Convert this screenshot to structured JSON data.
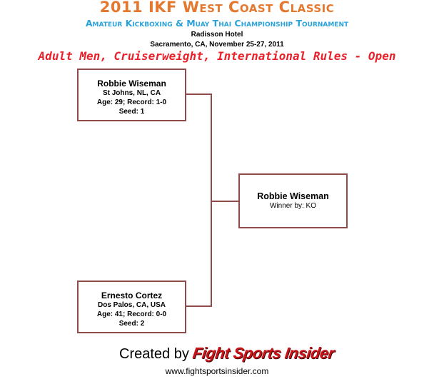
{
  "header": {
    "title": "2011 IKF West Coast Classic",
    "subtitle": "Amateur Kickboxing & Muay Thai Championship Tournament",
    "venue": "Radisson Hotel",
    "dates": "Sacramento, CA, November 25-27, 2011",
    "division": "Adult Men, Cruiserweight, International Rules - Open"
  },
  "colors": {
    "title": "#e4782e",
    "subtitle": "#2ba3da",
    "division": "#e8212a",
    "bracket_line": "#8f4a4a",
    "brand": "#c9141a"
  },
  "bracket": {
    "fighter1": {
      "name": "Robbie  Wiseman",
      "location": "St Johns, NL, CA",
      "stats": "Age: 29; Record: 1-0",
      "seed": "Seed: 1"
    },
    "fighter2": {
      "name": "Ernesto  Cortez",
      "location": "Dos Palos, CA, USA",
      "stats": "Age: 41; Record: 0-0",
      "seed": "Seed: 2"
    },
    "winner": {
      "name": "Robbie  Wiseman",
      "method": "Winner by: KO"
    }
  },
  "footer": {
    "created_by": "Created by",
    "brand": "Fight Sports Insider",
    "website": "www.fightsportsinsider.com"
  }
}
